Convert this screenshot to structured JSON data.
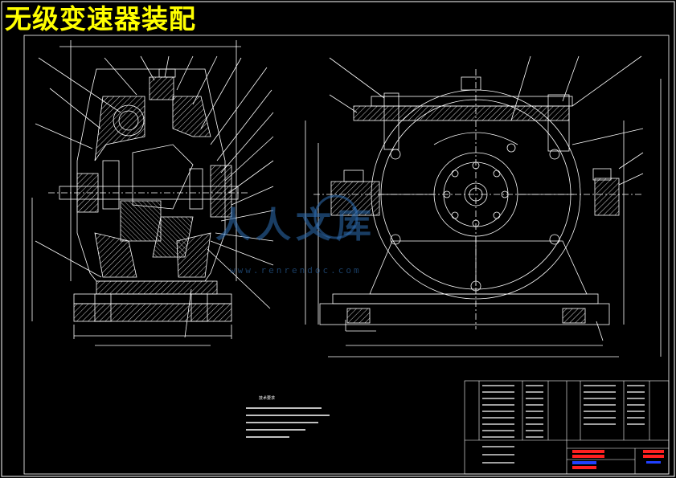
{
  "title": "无级变速器装配",
  "watermark": {
    "text": "人人文库",
    "url": "www.renrendoc.com"
  },
  "technical_requirements": {
    "heading": "技术要求"
  },
  "colors": {
    "background": "#000000",
    "title": "#ffff00",
    "lines": "#ffffff",
    "frame": "#ffffff",
    "watermark": "#2f6fb5",
    "title_block_red": "#ff2020",
    "title_block_blue": "#2040ff"
  }
}
